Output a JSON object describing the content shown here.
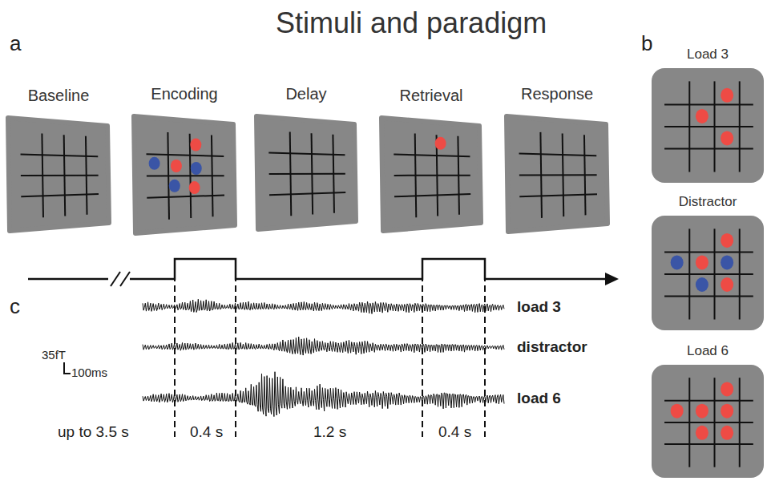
{
  "diagram": {
    "title": "Stimuli and paradigm",
    "nodes": [
      {
        "text": [
          "Baseline"
        ]
      },
      {
        "text": [
          "Encoding"
        ]
      },
      {
        "text": [
          "Delay"
        ]
      },
      {
        "text": [
          "Retrieval"
        ]
      },
      {
        "text": [
          "Response"
        ]
      },
      {
        "text": [
          "Load 3"
        ]
      },
      {
        "text": [
          "Distractor"
        ]
      },
      {
        "text": [
          "Load 6"
        ]
      }
    ],
    "labels": [
      "a",
      "b",
      "c",
      "load 3",
      "distractor",
      "load 6",
      "35fT",
      "100ms",
      "up to 3.5 s",
      "0.4 s",
      "1.2 s",
      "0.4 s"
    ]
  }
}
